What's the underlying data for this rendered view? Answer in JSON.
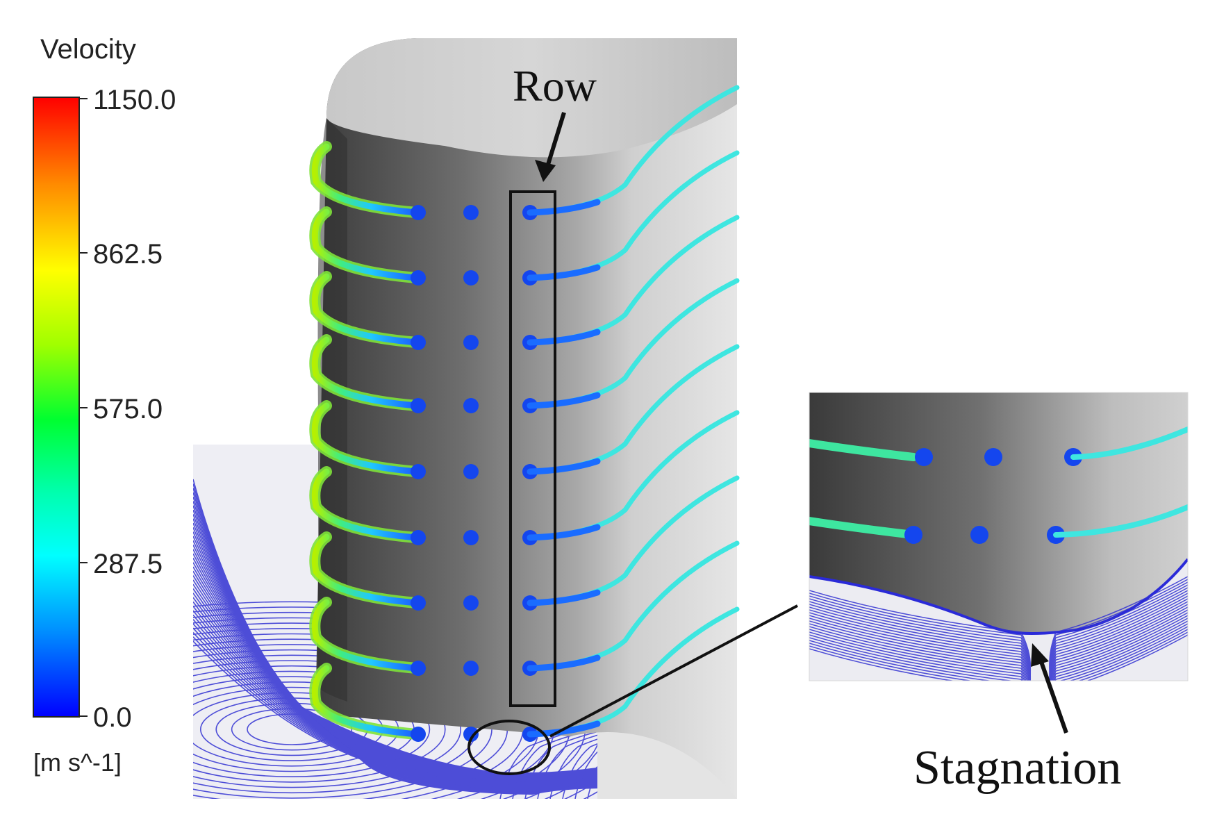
{
  "legend": {
    "title": "Velocity",
    "ticks": [
      "1150.0",
      "862.5",
      "575.0",
      "287.5",
      "0.0"
    ],
    "unit": "[m s^-1]",
    "colormap": [
      "#0000ff",
      "#0090ff",
      "#00ffff",
      "#00ff90",
      "#00ff00",
      "#90ff00",
      "#ffff00",
      "#ff9000",
      "#ff0000"
    ]
  },
  "annotations": {
    "row_label": "Row",
    "stagnation_label": "Stagnation"
  },
  "colors": {
    "streak_hot": "#7ee23a",
    "streak_cool": "#3ee6e0",
    "hole": "#1446ee",
    "surface_streamline": "#3030d0",
    "blade": "#9a9a9a"
  }
}
